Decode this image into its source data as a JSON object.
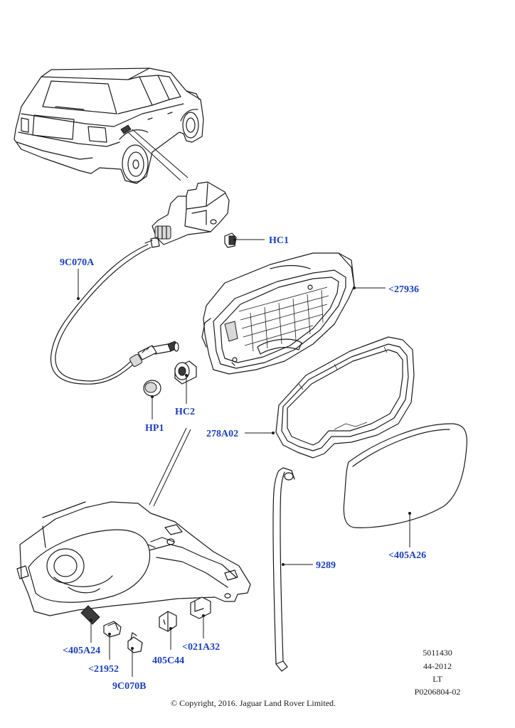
{
  "callouts": {
    "hc1": "HC1",
    "c9c070a": "9C070A",
    "c27936": "<27936",
    "hc2": "HC2",
    "hp1": "HP1",
    "c278a02": "278A02",
    "c9289": "9289",
    "c405a26": "<405A26",
    "c405a24": "<405A24",
    "c21952": "<21952",
    "c9c070b": "9C070B",
    "c405c44": "405C44",
    "c021a32": "<021A32"
  },
  "reference": {
    "line1": "5011430",
    "line2": "44-2012",
    "line3": "LT",
    "line4": "P0206804-02"
  },
  "copyright": "© Copyright, 2016. Jaguar Land Rover Limited.",
  "colors": {
    "label": "#1a3fbf",
    "line": "#1a1a1a"
  }
}
